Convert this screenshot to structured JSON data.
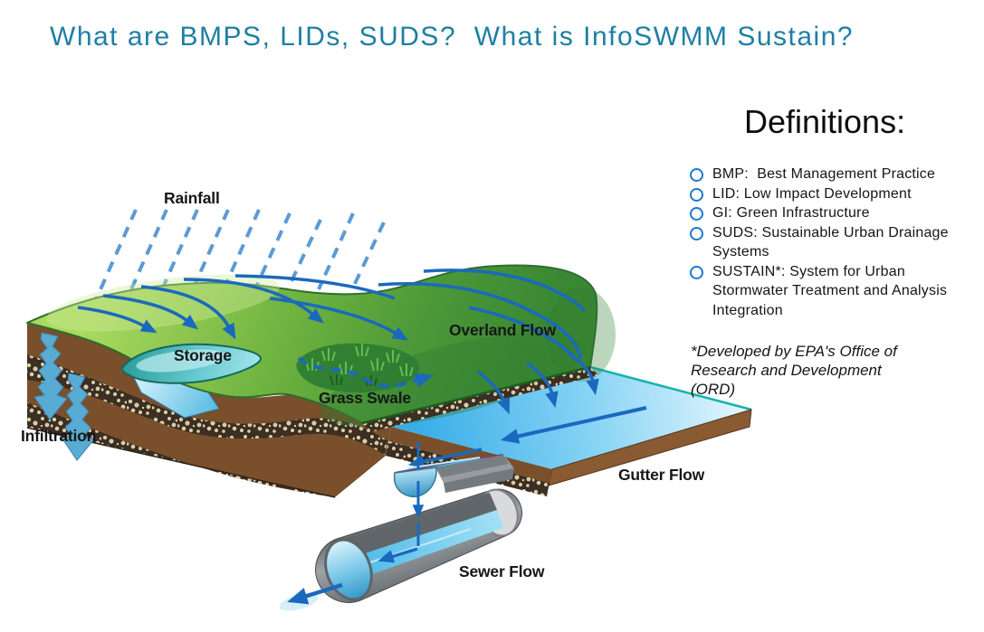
{
  "title": {
    "text": "What are BMPS, LIDs, SUDS?  What is InfoSWMM Sustain?",
    "color": "#1f7fa4"
  },
  "definitions": {
    "heading": "Definitions:",
    "bullet_color": "#1e78d2",
    "items": [
      "BMP:  Best Management Practice",
      "LID: Low Impact Development",
      "GI: Green Infrastructure",
      "SUDS: Sustainable Urban Drainage Systems",
      "SUSTAIN*: System for Urban Stormwater Treatment and Analysis Integration"
    ],
    "footnote": "*Developed by EPA's Office of Research and Development (ORD)"
  },
  "diagram": {
    "labels": {
      "rainfall": "Rainfall",
      "storage": "Storage",
      "overland_flow": "Overland Flow",
      "grass_swale": "Grass Swale",
      "infiltration": "Infiltration",
      "gutter_flow": "Gutter Flow",
      "sewer_flow": "Sewer Flow"
    },
    "colors": {
      "rain": "#5b9bd5",
      "flow_arrow": "#1b69be",
      "water": "#45b5ec",
      "grass": "#6fb544",
      "soil": "#7a4f2b",
      "pond": "#2fa39e"
    }
  }
}
